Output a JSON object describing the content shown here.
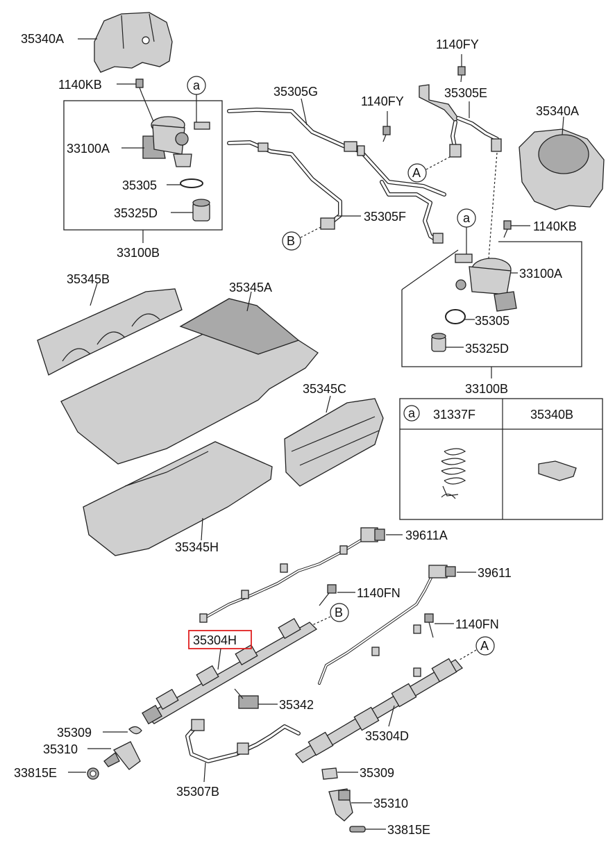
{
  "labels": {
    "l_35340A_top": "35340A",
    "l_1140KB_left": "1140KB",
    "l_33100A_left": "33100A",
    "l_35305_left": "35305",
    "l_35325D_left": "35325D",
    "l_33100B_left": "33100B",
    "l_35305G": "35305G",
    "l_1140FY_top": "1140FY",
    "l_1140FY_mid": "1140FY",
    "l_35305E": "35305E",
    "l_35340A_right": "35340A",
    "l_35305F": "35305F",
    "l_1140KB_right": "1140KB",
    "l_33100A_right": "33100A",
    "l_35305_right": "35305",
    "l_35325D_right": "35325D",
    "l_33100B_right": "33100B",
    "l_35345B": "35345B",
    "l_35345A": "35345A",
    "l_35345C": "35345C",
    "l_35345H": "35345H",
    "l_39611A": "39611A",
    "l_39611": "39611",
    "l_1140FN_a": "1140FN",
    "l_1140FN_b": "1140FN",
    "l_35304H": "35304H",
    "l_35342": "35342",
    "l_35304D": "35304D",
    "l_35309_left": "35309",
    "l_35310_left": "35310",
    "l_33815E_left": "33815E",
    "l_35307B": "35307B",
    "l_35309_right": "35309",
    "l_35310_right": "35310",
    "l_33815E_right": "33815E"
  },
  "callouts": {
    "a_left": "a",
    "a_right": "a",
    "A_mid": "A",
    "B_mid": "B",
    "B_low": "B",
    "A_low": "A"
  },
  "legend_table": {
    "key": "a",
    "col1": "31337F",
    "col2": "35340B"
  },
  "highlight": {
    "part": "35304H",
    "color": "#e02020"
  }
}
